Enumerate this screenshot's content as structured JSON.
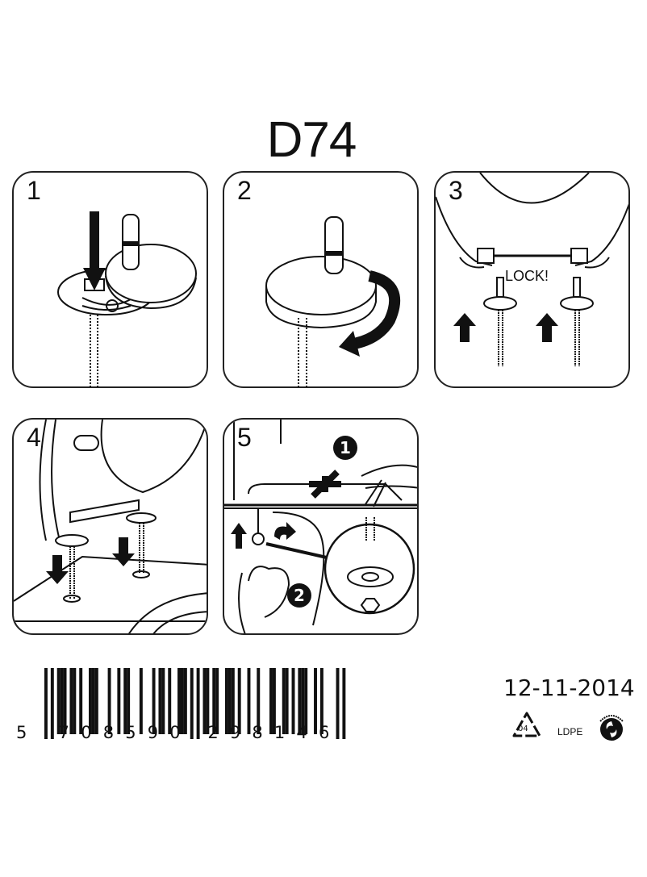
{
  "document": {
    "title": "D74",
    "steps": [
      {
        "number": "1"
      },
      {
        "number": "2"
      },
      {
        "number": "3",
        "label": "LOCK!"
      },
      {
        "number": "4"
      },
      {
        "number": "5",
        "badges": [
          "1",
          "2"
        ]
      }
    ],
    "barcode": {
      "digits": "5708590298146",
      "first": "5",
      "left_group": [
        "7",
        "0",
        "8",
        "5",
        "9",
        "0"
      ],
      "right_group": [
        "2",
        "9",
        "8",
        "1",
        "4",
        "6"
      ]
    },
    "date": "12-11-2014",
    "recycling": {
      "code": "04",
      "material": "LDPE",
      "icons": [
        "recycle-triangle-icon",
        "green-dot-icon"
      ]
    }
  }
}
